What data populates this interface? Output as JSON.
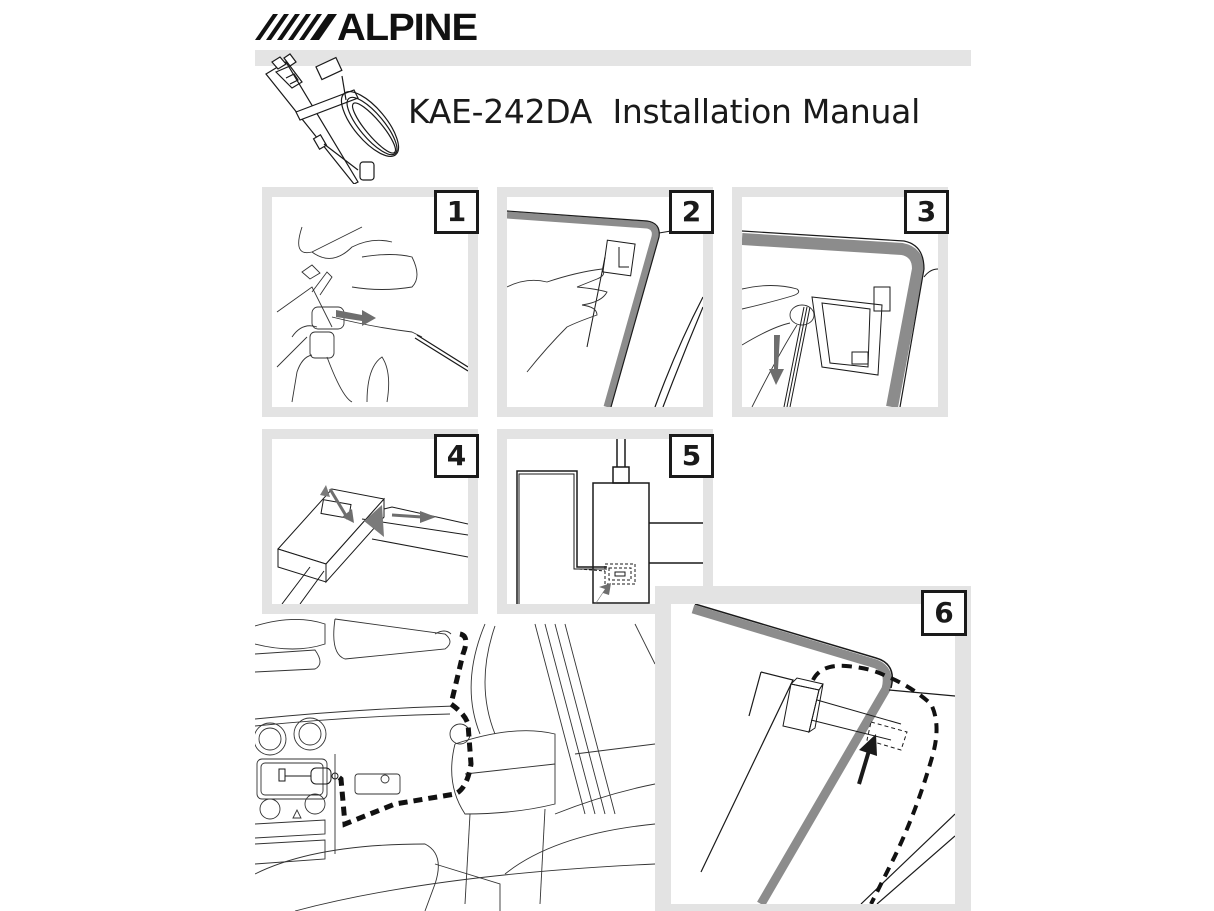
{
  "brand": {
    "logo_text": "ALPINE",
    "logo_stripes": 6
  },
  "header": {
    "title": "KAE-242DA  Installation Manual",
    "product_code": "KAE-242DA",
    "document_type": "Installation Manual"
  },
  "colors": {
    "panel_frame": "#e3e3e3",
    "top_bar": "#e4e4e4",
    "line": "#1a1a1a",
    "trim_gray": "#8c8c8c",
    "arrow_gray": "#7a7a7a"
  },
  "steps": [
    {
      "number": "1",
      "description": "peel-backing-tape"
    },
    {
      "number": "2",
      "description": "attach-film-antenna-to-windshield"
    },
    {
      "number": "3",
      "description": "peel-second-liner-down"
    },
    {
      "number": "4",
      "description": "attach-amplifier-box"
    },
    {
      "number": "5",
      "description": "connect-ground-lead"
    },
    {
      "number": "6",
      "description": "route-cable-around-a-pillar"
    }
  ],
  "overview": {
    "description": "cable-routing-through-dashboard"
  }
}
